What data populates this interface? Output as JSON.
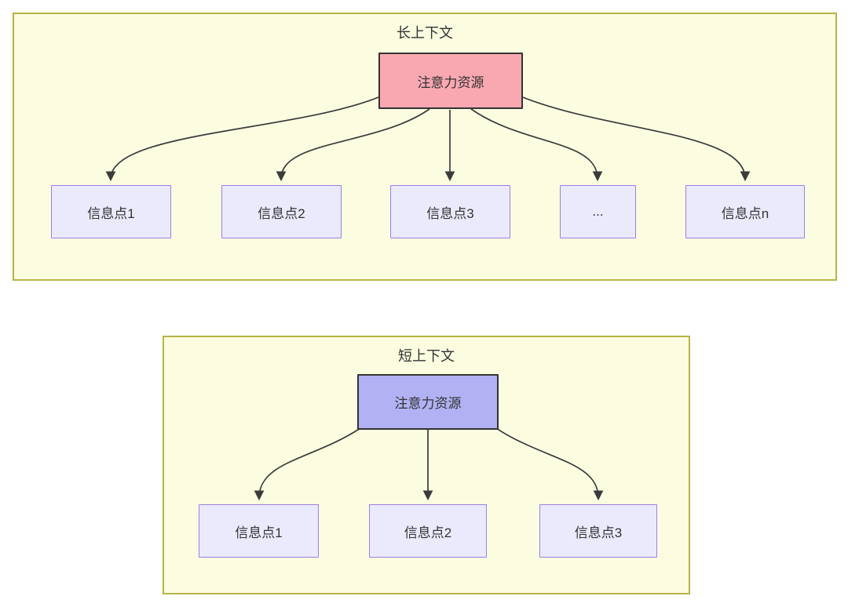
{
  "diagram": {
    "panels": [
      {
        "id": "long-context",
        "title": "长上下文",
        "root": {
          "label": "注意力资源",
          "fill": "#f9a8b2"
        },
        "children": [
          {
            "label": "信息点1"
          },
          {
            "label": "信息点2"
          },
          {
            "label": "信息点3"
          },
          {
            "label": "..."
          },
          {
            "label": "信息点n"
          }
        ]
      },
      {
        "id": "short-context",
        "title": "短上下文",
        "root": {
          "label": "注意力资源",
          "fill": "#b1b1f3"
        },
        "children": [
          {
            "label": "信息点1"
          },
          {
            "label": "信息点2"
          },
          {
            "label": "信息点3"
          }
        ]
      }
    ],
    "colors": {
      "panel_fill": "#fcfce1",
      "panel_border": "#b5b546",
      "long_root_fill": "#f9a8b2",
      "short_root_fill": "#b1b1f3",
      "root_border": "#333333",
      "info_fill": "#eaeafc",
      "info_border": "#9d7fe2",
      "edge_stroke": "#3b3b3b",
      "text": "#333333",
      "page_background": "#ffffff"
    }
  }
}
